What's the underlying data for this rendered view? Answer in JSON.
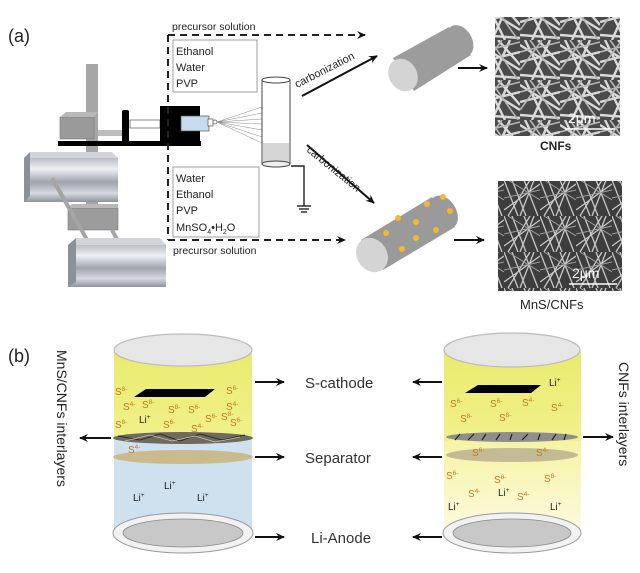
{
  "panel_a": {
    "label": "(a)",
    "precursor_top": {
      "caption": "precursor solution",
      "components": [
        "Ethanol",
        "Water",
        "PVP"
      ]
    },
    "precursor_bottom": {
      "caption": "precursor solution",
      "components": [
        "Water",
        "Ethanol",
        "PVP",
        "MnSO",
        "4",
        "•H",
        "2",
        "O"
      ]
    },
    "process_top": "carbonization",
    "process_bottom": "carbonization",
    "product_top": {
      "caption": "CNFs",
      "scale_bar": "2μm"
    },
    "product_bottom": {
      "caption": "MnS/CNFs",
      "scale_bar": "2μm"
    },
    "colors": {
      "nanoparticle": "#f5b731",
      "fiber": "#a9a9a9",
      "syringe_liquid": "#c7dcef"
    }
  },
  "panel_b": {
    "label": "(b)",
    "left_cell": {
      "side_label": "MnS/CNFs  interlayers",
      "cathode_ions": [
        "S8-",
        "S4-",
        "S8-",
        "S8-",
        "S6-",
        "S6-",
        "S4-",
        "S6-",
        "S8-",
        "S6-",
        "S6-",
        "S4-",
        "S8-"
      ],
      "cathode_li": "Li+",
      "separator_ion": "S4-",
      "anode_region_li": [
        "Li+",
        "Li+",
        "Li+"
      ],
      "colors": {
        "top": "#eef07a",
        "bottom": "#cfe0ef",
        "separator": "#c9bb8e"
      }
    },
    "right_cell": {
      "side_label": "CNFs  interlayers",
      "cathode_ions": [
        "S6-",
        "S6-",
        "S4-",
        "S4-",
        "S8-",
        "S8-"
      ],
      "cathode_li": "Li+",
      "separator_ions": [
        "S6-",
        "S4-"
      ],
      "lower_ions": [
        "S6-",
        "S8-",
        "S8-",
        "S4-",
        "S4-"
      ],
      "lower_li": [
        "Li+",
        "Li+",
        "Li+"
      ],
      "colors": {
        "top": "#eef07a",
        "bottom": "#fbf7c2",
        "separator": "#c2bb95"
      }
    },
    "center_labels": [
      "S-cathode",
      "Separator",
      "Li-Anode"
    ]
  }
}
